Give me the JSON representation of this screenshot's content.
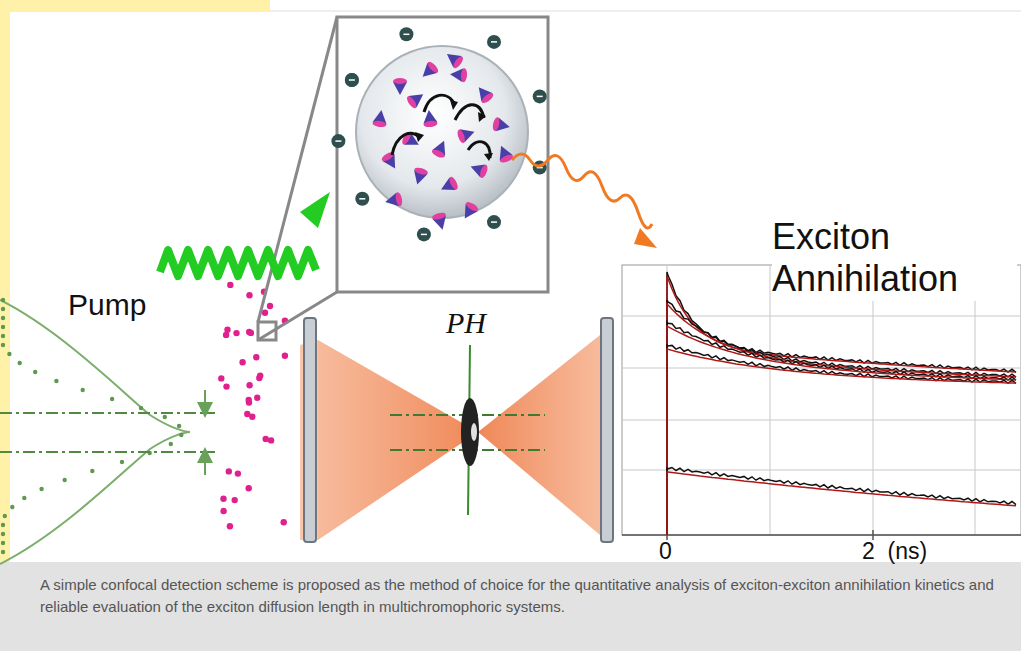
{
  "diagram": {
    "caption": "A simple confocal detection scheme is proposed as the method of choice for the quantitative analysis of exciton-exciton annihilation kinetics and reliable evaluation of the exciton diffusion length in multichromophoric systems.",
    "labels": [
      "Pump",
      "PH",
      "Exciton Annihilation",
      "0",
      "2  (ns)"
    ]
  }
}
